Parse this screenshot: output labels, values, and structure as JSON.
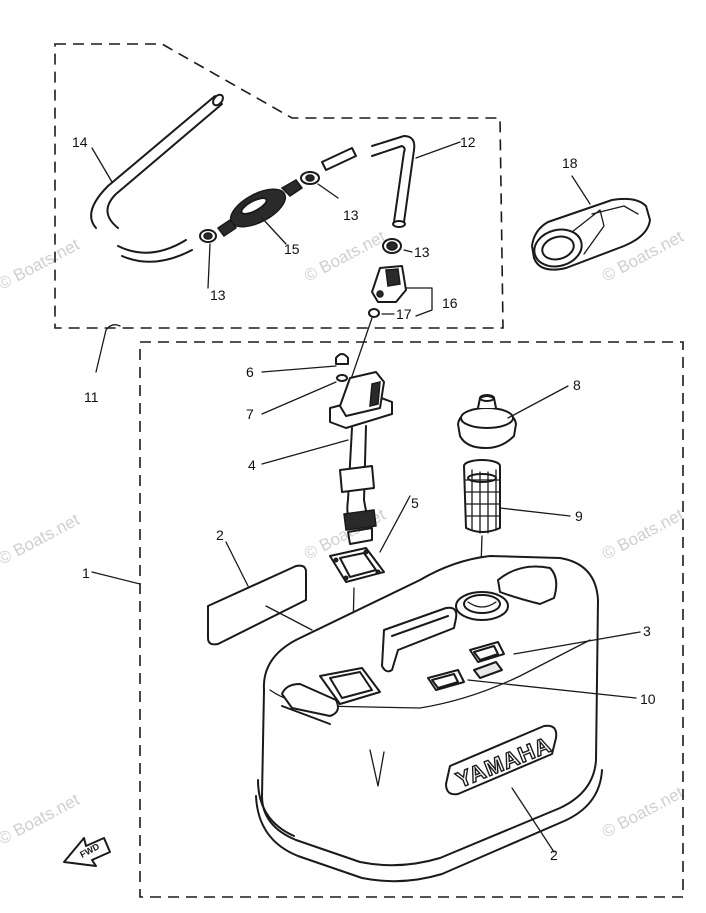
{
  "watermark": "© Boats.net",
  "brand_text": "YAMAHA",
  "fwd_text": "FWD",
  "callouts": {
    "c1": "1",
    "c2a": "2",
    "c2b": "2",
    "c3": "3",
    "c4": "4",
    "c5": "5",
    "c6": "6",
    "c7": "7",
    "c8": "8",
    "c9": "9",
    "c10": "10",
    "c11": "11",
    "c12": "12",
    "c13a": "13",
    "c13b": "13",
    "c13c": "13",
    "c14": "14",
    "c15": "15",
    "c16": "16",
    "c17": "17",
    "c18": "18"
  }
}
